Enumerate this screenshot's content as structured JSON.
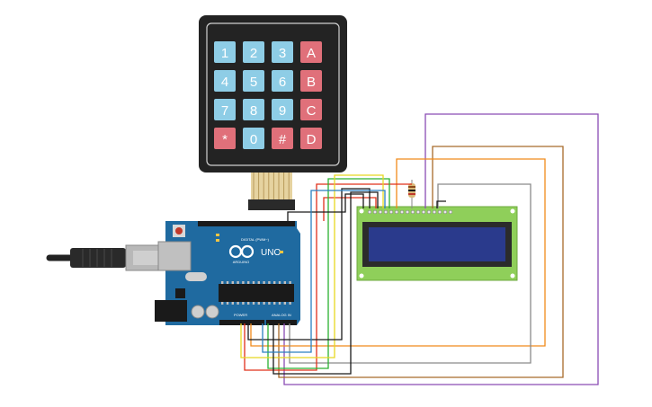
{
  "keypad": {
    "rows": [
      [
        "1",
        "2",
        "3",
        "A"
      ],
      [
        "4",
        "5",
        "6",
        "B"
      ],
      [
        "7",
        "8",
        "9",
        "C"
      ],
      [
        "*",
        "0",
        "#",
        "D"
      ]
    ],
    "colors": {
      "number": "#8ecde6",
      "letter": "#e0707a",
      "body": "#232323"
    }
  },
  "arduino": {
    "logo_text": "ARDUINO",
    "model_text": "UNO",
    "digital_label": "DIGITAL (PWM~)",
    "power_label": "POWER",
    "analog_label": "ANALOG IN",
    "board_color": "#1f6aa0"
  },
  "lcd": {
    "screen_color": "#2a3a8c",
    "board_color": "#8fcf5a"
  },
  "wire_colors": [
    "#8a4cb5",
    "#a86a2a",
    "#f08a1a",
    "#8a8a8a",
    "#e0301a",
    "#2ab030",
    "#e8d820",
    "#1a1a1a",
    "#2a7fc0"
  ]
}
